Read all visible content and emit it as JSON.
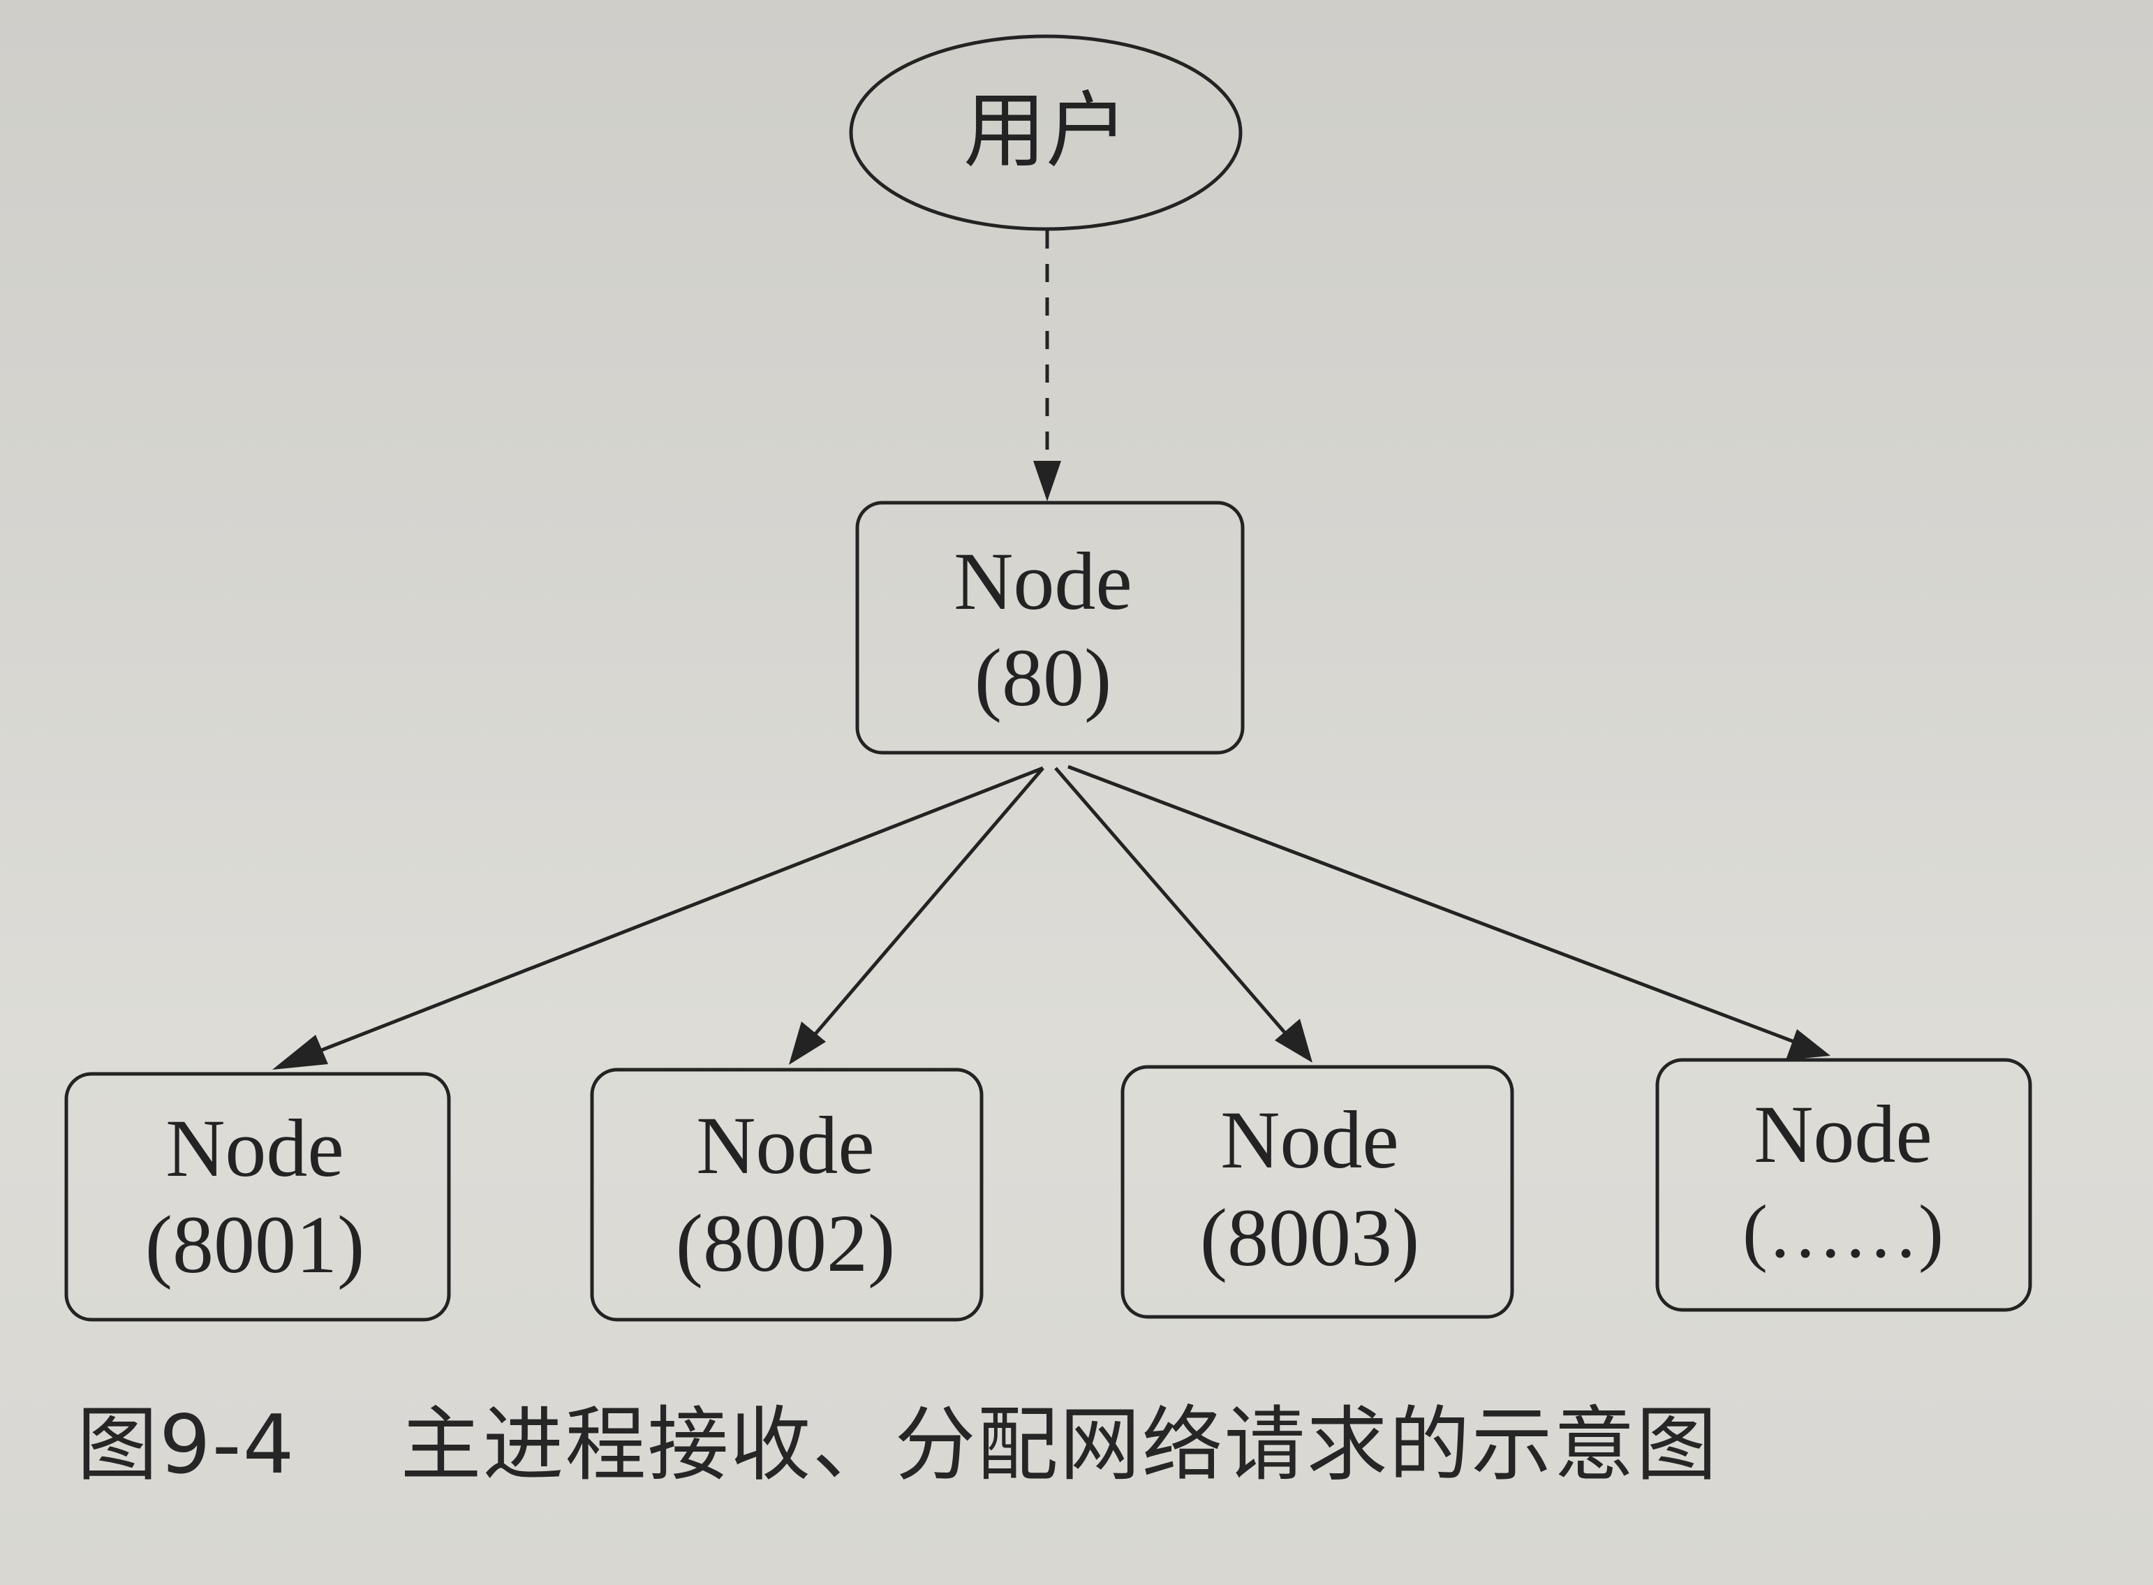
{
  "diagram": {
    "user_node": {
      "label": "用户"
    },
    "master_node": {
      "line1": "Node",
      "line2": "(80)"
    },
    "worker_nodes": [
      {
        "line1": "Node",
        "line2": "(8001)"
      },
      {
        "line1": "Node",
        "line2": "(8002)"
      },
      {
        "line1": "Node",
        "line2": "(8003)"
      },
      {
        "line1": "Node",
        "line2": "(……)"
      }
    ]
  },
  "caption": {
    "figure_number": "图9-4",
    "text": "主进程接收、分配网络请求的示意图"
  },
  "colors": {
    "background": "#d6d5d0",
    "ink": "#232323"
  }
}
